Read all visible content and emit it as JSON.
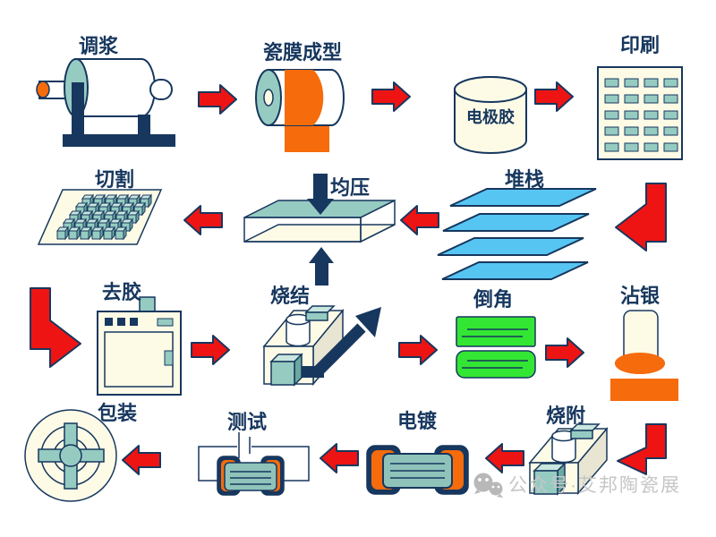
{
  "diagram": {
    "stages": {
      "tiaojiang": "调浆",
      "cimochengxing": "瓷膜成型",
      "dianjijiao": "电极胶",
      "yinshua": "印刷",
      "duizhan": "堆栈",
      "junya": "均压",
      "qiege": "切割",
      "qujiao": "去胶",
      "shaojie": "烧结",
      "daojiao": "倒角",
      "zhanyin": "沾银",
      "shaofu": "烧附",
      "diandu": "电镀",
      "ceshi": "测试",
      "baozhuang": "包装"
    },
    "flow_order": [
      "调浆",
      "瓷膜成型",
      "电极胶",
      "印刷",
      "堆栈",
      "均压",
      "切割",
      "去胶",
      "烧结",
      "倒角",
      "沾银",
      "烧附",
      "电镀",
      "测试",
      "包装"
    ],
    "watermark": "公众号·艾邦陶瓷展",
    "colors": {
      "navy": "#17375e",
      "arrow_red": "#ee1414",
      "teal": "#96cbc2",
      "cream": "#fdfbe6",
      "orange": "#f66b0c",
      "sheet_blue": "#56c5f2",
      "chip_green": "#33e633",
      "watermark_gray": "#c6c6c6"
    }
  }
}
